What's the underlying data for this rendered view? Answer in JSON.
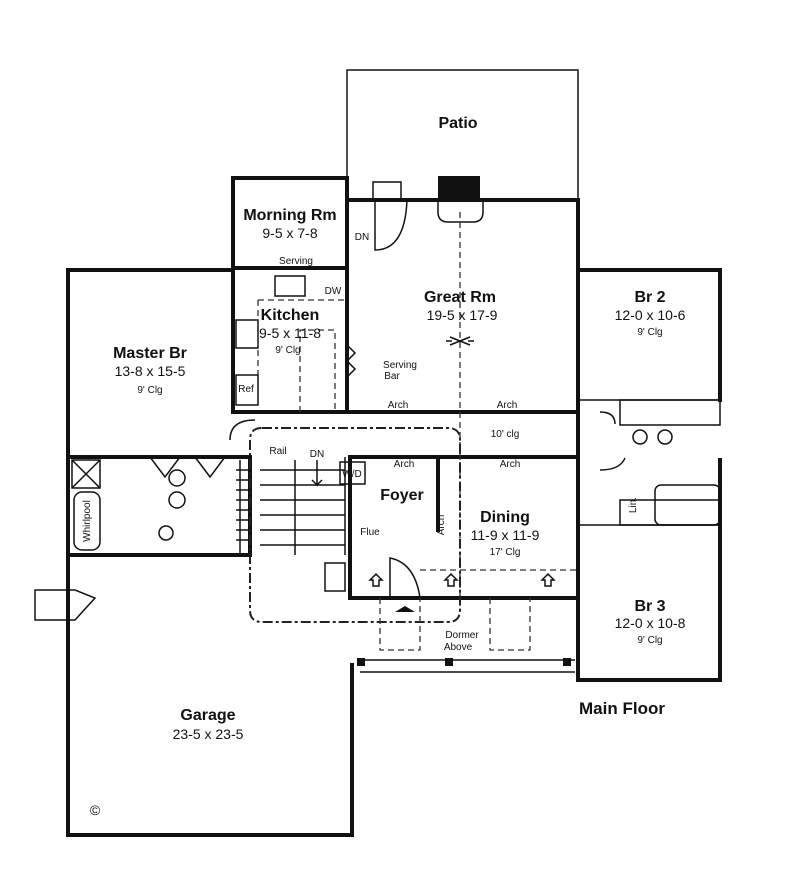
{
  "title": "Main Floor",
  "rooms": {
    "patio": {
      "name": "Patio"
    },
    "morning": {
      "name": "Morning Rm",
      "dims": "9-5 x 7-8"
    },
    "kitchen": {
      "name": "Kitchen",
      "dims": "9-5 x 11-8",
      "ceiling": "9' Clg"
    },
    "great": {
      "name": "Great Rm",
      "dims": "19-5 x 17-9"
    },
    "master": {
      "name": "Master Br",
      "dims": "13-8 x 15-5",
      "ceiling": "9' Clg"
    },
    "br2": {
      "name": "Br 2",
      "dims": "12-0 x 10-6",
      "ceiling": "9' Clg"
    },
    "br3": {
      "name": "Br 3",
      "dims": "12-0 x 10-8",
      "ceiling": "9' Clg"
    },
    "foyer": {
      "name": "Foyer"
    },
    "dining": {
      "name": "Dining",
      "dims": "11-9 x 11-9",
      "ceiling": "17' Clg"
    },
    "garage": {
      "name": "Garage",
      "dims": "23-5 x 23-5"
    }
  },
  "labels": {
    "serving": "Serving",
    "dw": "DW",
    "ref": "Ref",
    "serving_bar_1": "Serving",
    "serving_bar_2": "Bar",
    "dn_morning": "DN",
    "arch_1": "Arch",
    "arch_2": "Arch",
    "arch_3": "Arch",
    "arch_4": "Arch",
    "arch_5": "Arch",
    "ceiling_hall": "10' clg",
    "rail": "Rail",
    "dn_stair": "DN",
    "wd": "W/D",
    "flue": "Flue",
    "whirlpool": "Whirlpool",
    "lin": "Lin.",
    "dormer_1": "Dormer",
    "dormer_2": "Above",
    "copyright": "©"
  }
}
